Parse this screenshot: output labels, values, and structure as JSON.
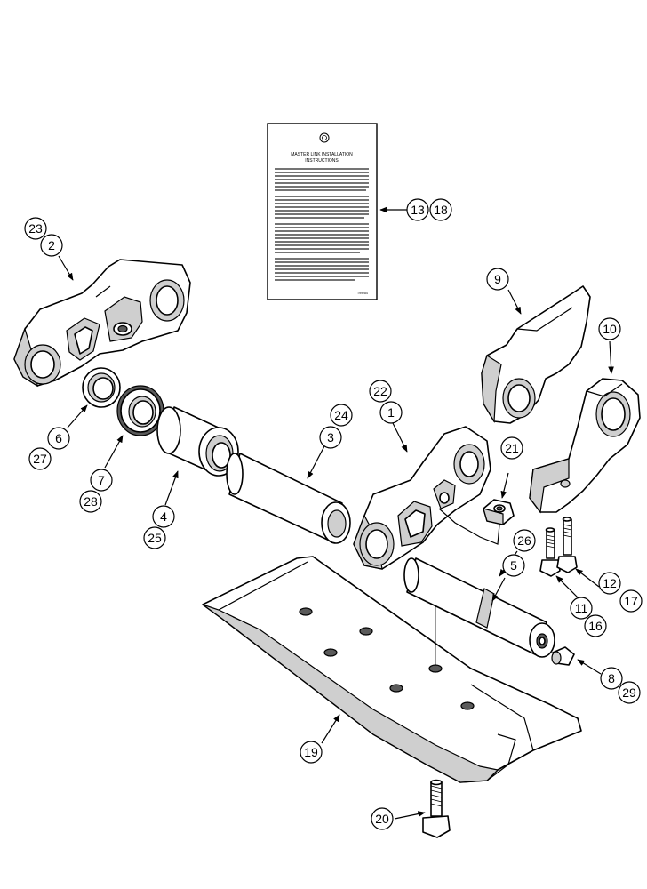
{
  "card": {
    "title_line1": "MASTER LINK INSTALLATION",
    "title_line2": "INSTRUCTIONS",
    "code": "T99284"
  },
  "callouts": [
    {
      "name": "callout-13",
      "label": "13"
    },
    {
      "name": "callout-18",
      "label": "18"
    },
    {
      "name": "callout-23",
      "label": "23"
    },
    {
      "name": "callout-2",
      "label": "2"
    },
    {
      "name": "callout-9",
      "label": "9"
    },
    {
      "name": "callout-10",
      "label": "10"
    },
    {
      "name": "callout-22",
      "label": "22"
    },
    {
      "name": "callout-1",
      "label": "1"
    },
    {
      "name": "callout-24",
      "label": "24"
    },
    {
      "name": "callout-3",
      "label": "3"
    },
    {
      "name": "callout-21",
      "label": "21"
    },
    {
      "name": "callout-6",
      "label": "6"
    },
    {
      "name": "callout-27",
      "label": "27"
    },
    {
      "name": "callout-7",
      "label": "7"
    },
    {
      "name": "callout-28",
      "label": "28"
    },
    {
      "name": "callout-4",
      "label": "4"
    },
    {
      "name": "callout-25",
      "label": "25"
    },
    {
      "name": "callout-26",
      "label": "26"
    },
    {
      "name": "callout-5",
      "label": "5"
    },
    {
      "name": "callout-12",
      "label": "12"
    },
    {
      "name": "callout-17",
      "label": "17"
    },
    {
      "name": "callout-11",
      "label": "11"
    },
    {
      "name": "callout-16",
      "label": "16"
    },
    {
      "name": "callout-8",
      "label": "8"
    },
    {
      "name": "callout-29",
      "label": "29"
    },
    {
      "name": "callout-19",
      "label": "19"
    },
    {
      "name": "callout-20",
      "label": "20"
    }
  ]
}
